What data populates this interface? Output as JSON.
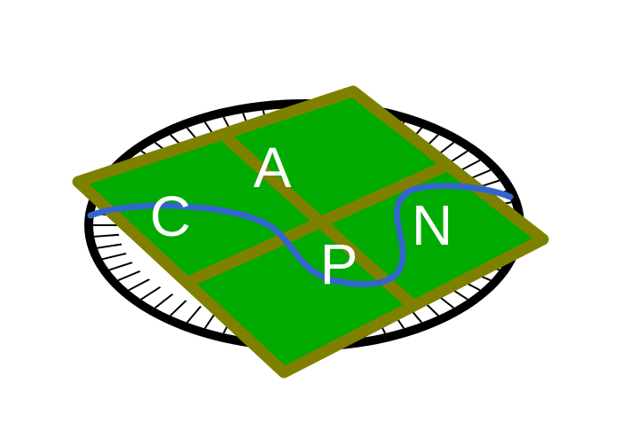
{
  "logo": {
    "plots": [
      {
        "id": "plot-top",
        "letter": "A"
      },
      {
        "id": "plot-left",
        "letter": "C"
      },
      {
        "id": "plot-right",
        "letter": "N"
      },
      {
        "id": "plot-bottom",
        "letter": "P"
      }
    ]
  },
  "colors": {
    "background": "#ffffff",
    "ring": "#000000",
    "field": "#00aa00",
    "border": "#808000",
    "river": "#3366cc",
    "letter": "#ffffff"
  }
}
